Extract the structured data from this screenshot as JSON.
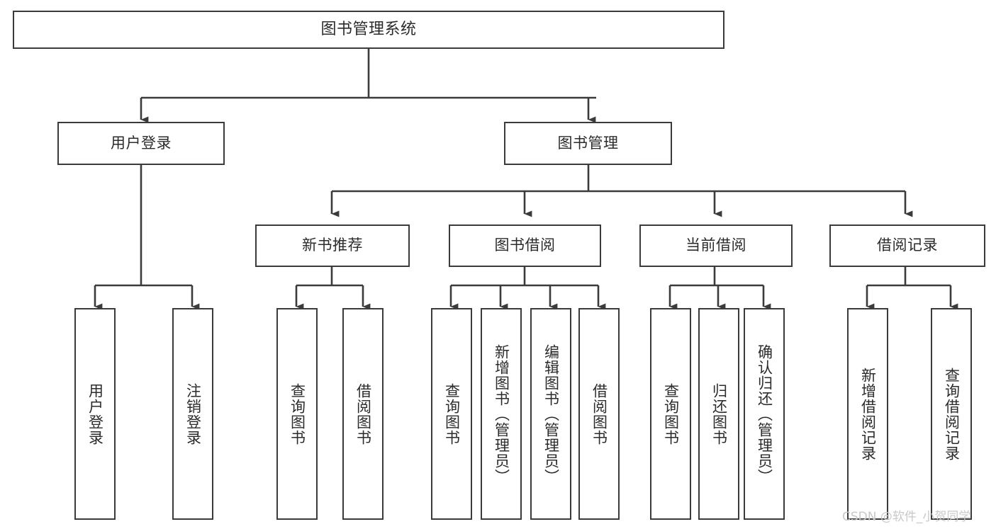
{
  "diagram": {
    "title": "图书管理系统",
    "type": "tree-hierarchy-diagram",
    "colors": {
      "stroke": "#3b3b3b",
      "fill": "#ffffff",
      "text": "#2b2b2b",
      "watermark": "#c9c9c9"
    },
    "root": {
      "label": "图书管理系统"
    },
    "level2": [
      {
        "label": "用户登录"
      },
      {
        "label": "图书管理"
      }
    ],
    "level3": [
      {
        "label": "新书推荐"
      },
      {
        "label": "图书借阅"
      },
      {
        "label": "当前借阅"
      },
      {
        "label": "借阅记录"
      }
    ],
    "leaves": {
      "user_login": [
        {
          "label": "用户登录"
        },
        {
          "label": "注销登录"
        }
      ],
      "new_book_recommend": [
        {
          "label": "查询图书"
        },
        {
          "label": "借阅图书"
        }
      ],
      "book_borrow": [
        {
          "label": "查询图书"
        },
        {
          "label": "新增图书（管理员）"
        },
        {
          "label": "编辑图书（管理员）"
        },
        {
          "label": "借阅图书"
        }
      ],
      "current_borrow": [
        {
          "label": "查询图书"
        },
        {
          "label": "归还图书"
        },
        {
          "label": "确认归还（管理员）"
        }
      ],
      "borrow_record": [
        {
          "label": "新增借阅记录"
        },
        {
          "label": "查询借阅记录"
        }
      ]
    }
  },
  "watermark": {
    "text": "CSDN @软件_小贺同学"
  }
}
